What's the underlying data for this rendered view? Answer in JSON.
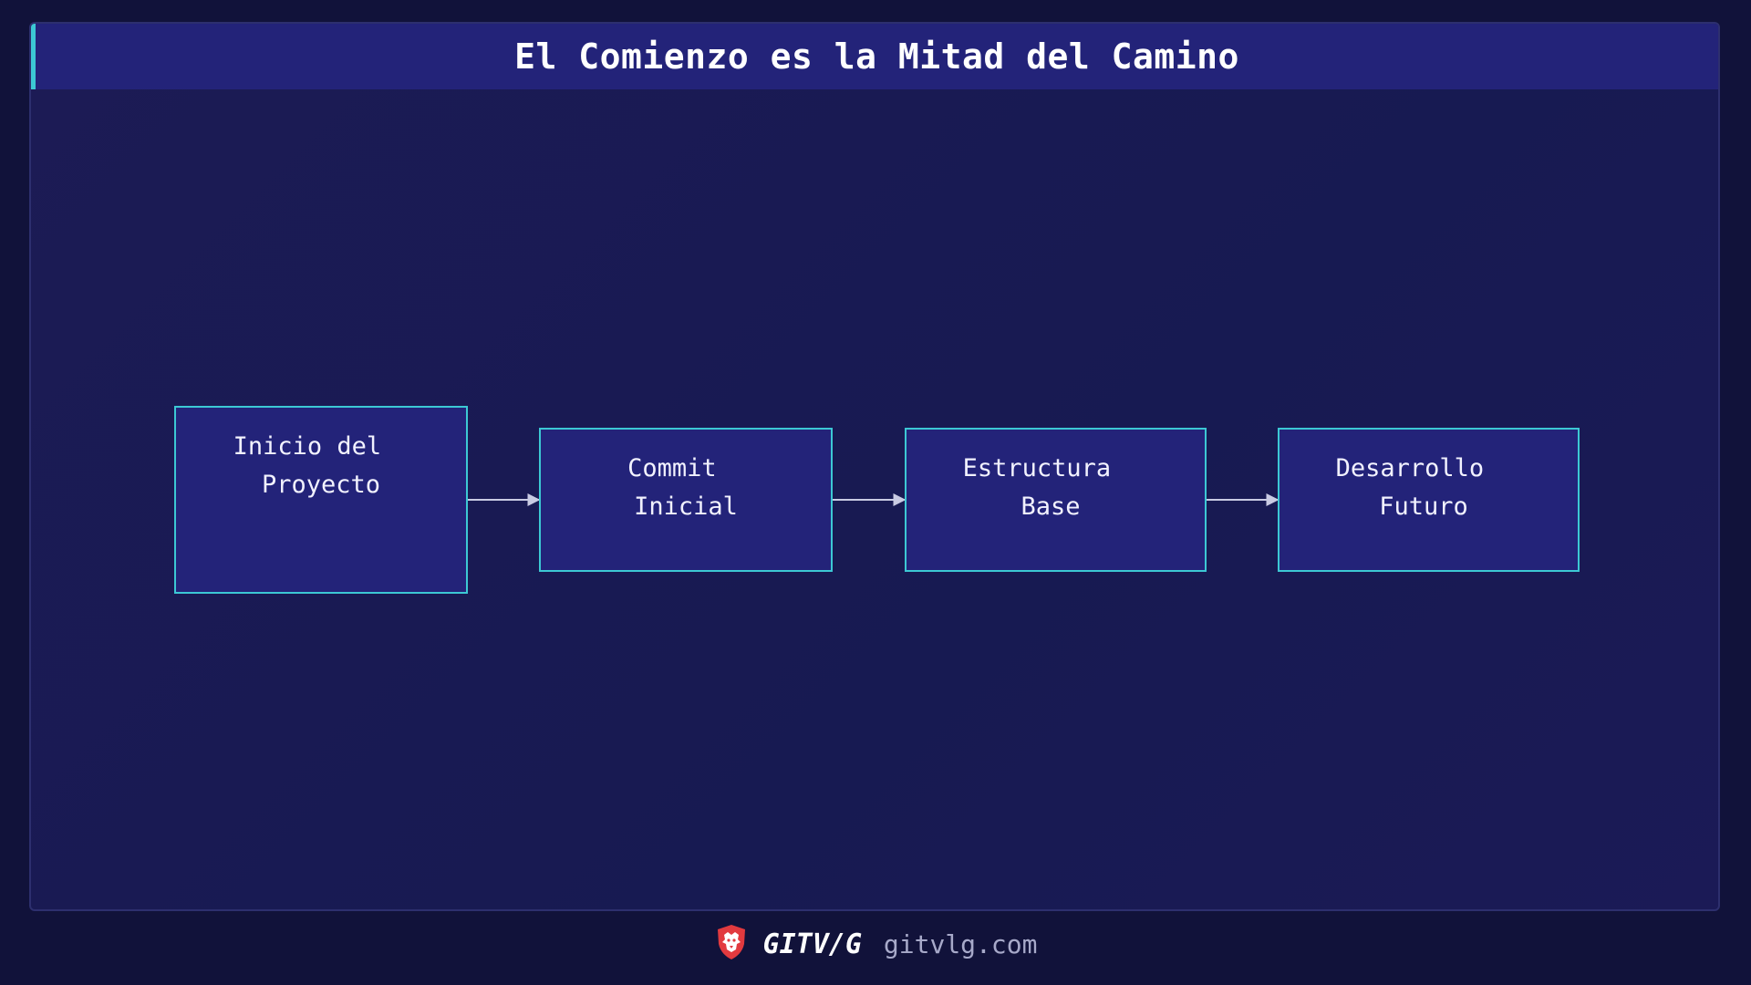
{
  "title": "El Comienzo es la Mitad del Camino",
  "nodes": [
    {
      "id": "inicio",
      "lines": [
        "Inicio del",
        "Proyecto"
      ]
    },
    {
      "id": "commit",
      "lines": [
        "Commit",
        "Inicial"
      ]
    },
    {
      "id": "estructura",
      "lines": [
        "Estructura",
        "Base"
      ]
    },
    {
      "id": "desarrollo",
      "lines": [
        "Desarrollo",
        "Futuro"
      ]
    }
  ],
  "edges": [
    {
      "from": "inicio",
      "to": "commit"
    },
    {
      "from": "commit",
      "to": "estructura"
    },
    {
      "from": "estructura",
      "to": "desarrollo"
    }
  ],
  "footer": {
    "logo_icon": "lion-shield-icon",
    "brand": "GITV/G",
    "site": "gitvlg.com"
  },
  "colors": {
    "background": "#11123a",
    "panel": "#1a1a55",
    "title_bar": "#232379",
    "accent": "#3cc8d4",
    "node_fill": "#232379",
    "logo_red": "#e23a3f"
  }
}
